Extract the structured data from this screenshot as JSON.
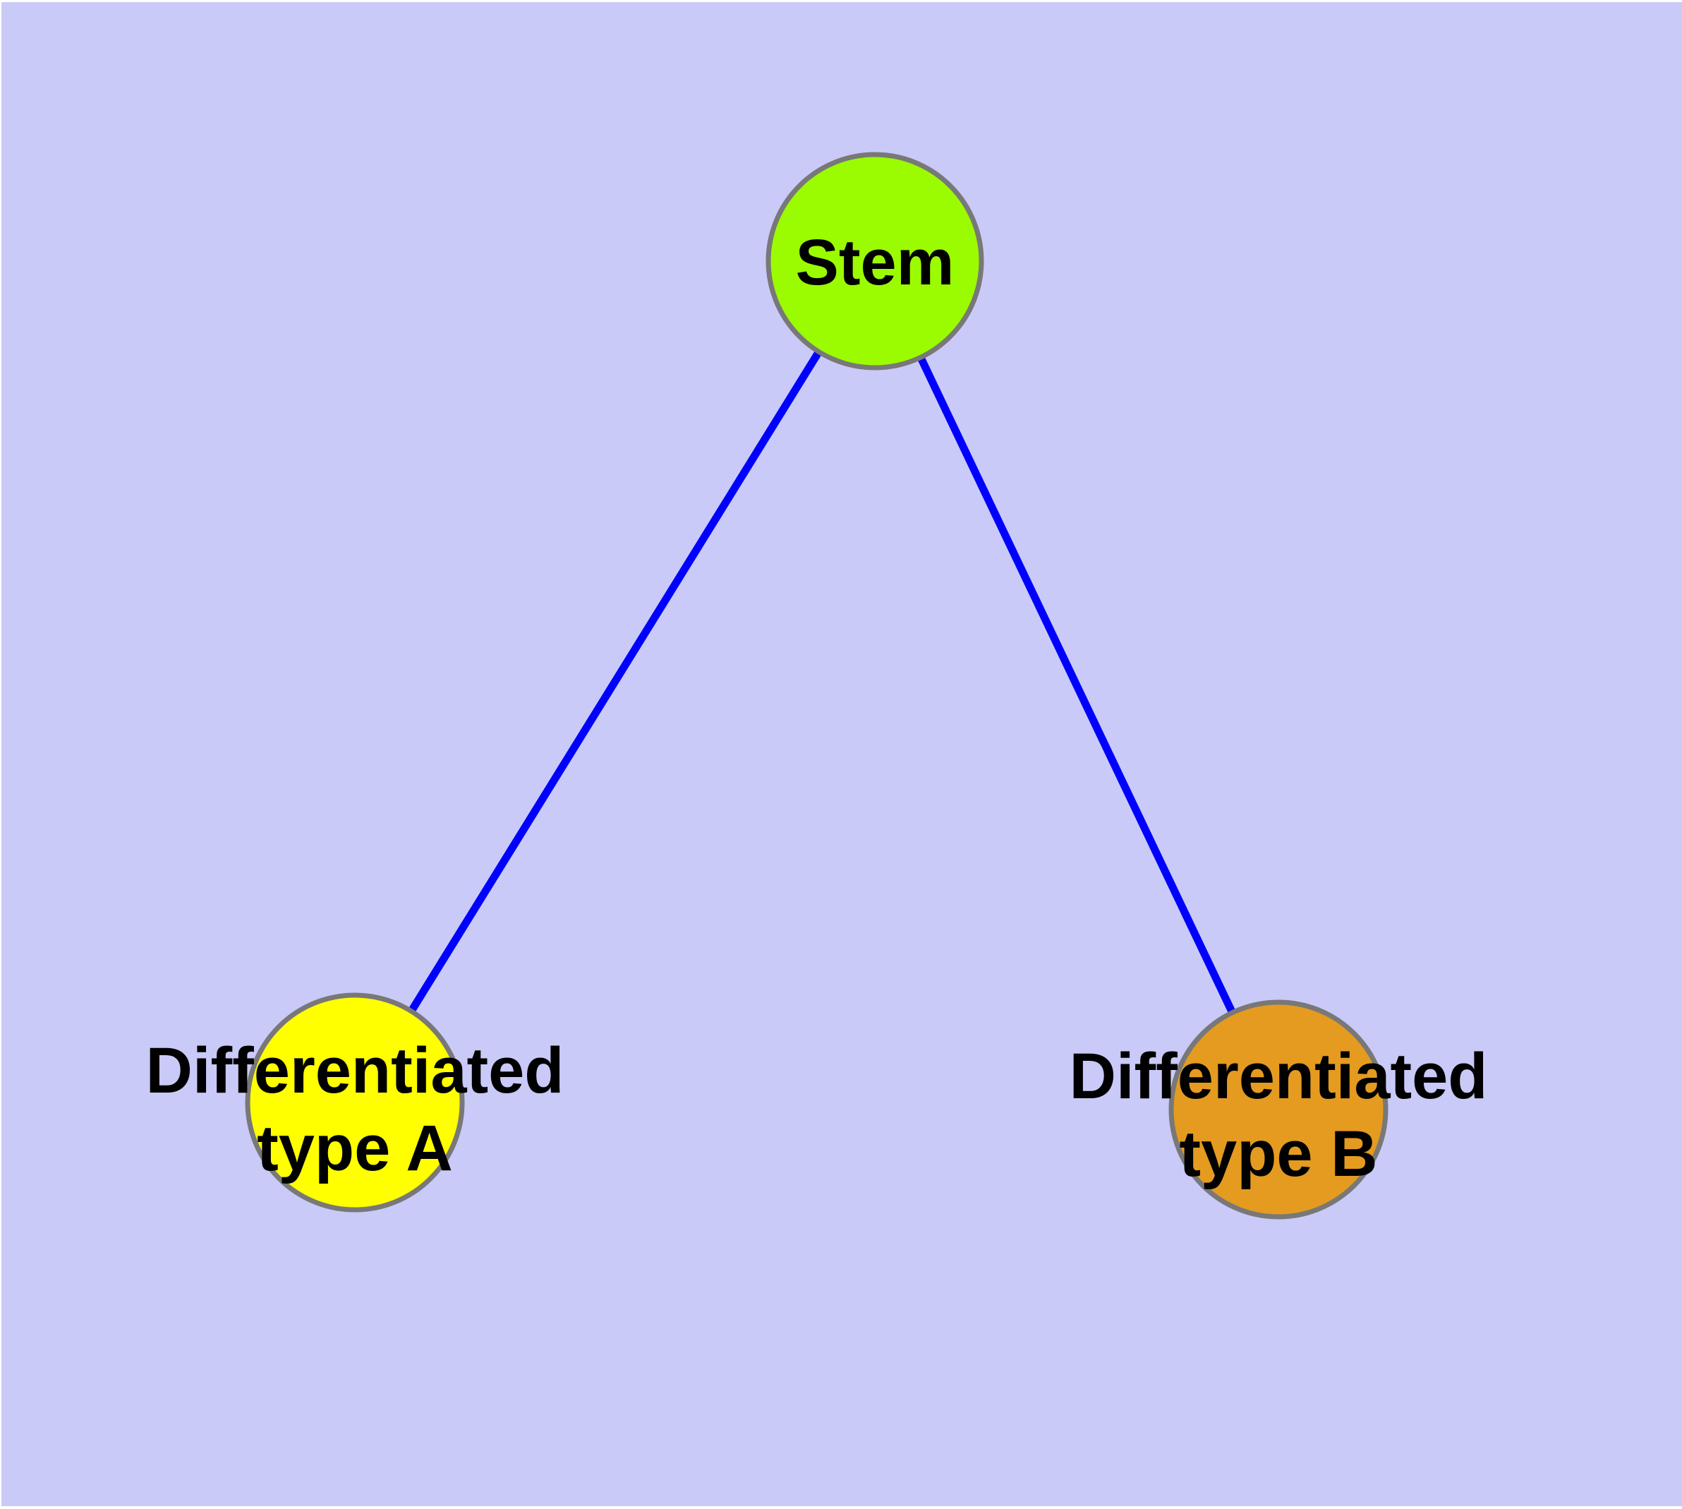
{
  "canvas": {
    "frame_color": "#ffffff",
    "background_color": "#cacaf8"
  },
  "edge_style": {
    "color": "#0000ff"
  },
  "node_style": {
    "border_color": "#787878",
    "label_color": "#000000"
  },
  "nodes": {
    "stem": {
      "label": "Stem",
      "fill": "#9bfb00"
    },
    "type_a": {
      "label_line1": "Differentiated",
      "label_line2": "type A",
      "fill": "#ffff00"
    },
    "type_b": {
      "label_line1": "Differentiated",
      "label_line2": "type B",
      "fill": "#e49b20"
    }
  },
  "edges": [
    {
      "from": "Stem",
      "to": "Differentiated type A"
    },
    {
      "from": "Stem",
      "to": "Differentiated type B"
    }
  ]
}
